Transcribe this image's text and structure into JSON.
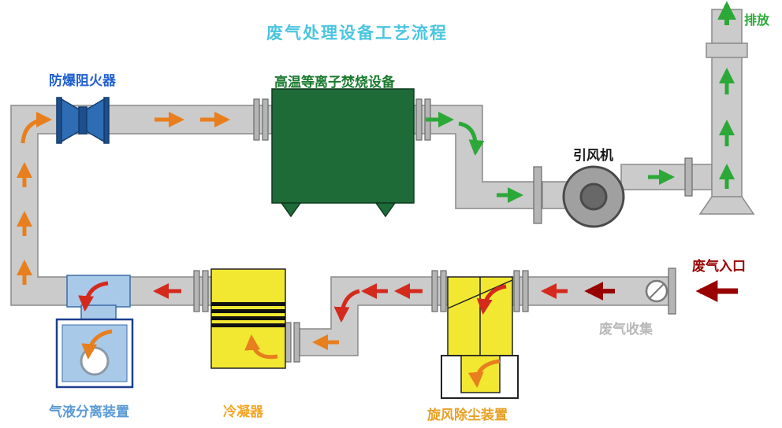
{
  "title": "废气处理设备工艺流程",
  "equipment": {
    "flame_arrester": {
      "label": "防爆阻火器"
    },
    "plasma_incinerator": {
      "label": "高温等离子焚烧设备"
    },
    "induced_fan": {
      "label": "引风机"
    },
    "gas_liquid_separator": {
      "label": "气液分离装置"
    },
    "condenser": {
      "label": "冷凝器"
    },
    "cyclone_dust_collector": {
      "label": "旋风除尘装置"
    }
  },
  "flow": {
    "emission": "排放",
    "gas_inlet": "废气入口",
    "gas_collection": "废气收集"
  },
  "colors": {
    "title": "#4bc5e0",
    "pipe": "#cbcbcb",
    "pipe_border": "#8a8a8a",
    "plasma_green": "#1e6b38",
    "arrester_blue": "#2e6db4",
    "equipment_yellow": "#f2e832",
    "separator_blue": "#a9c9e9",
    "fan_gray": "#a0a0a0",
    "arrow_orange": "#e87f1e",
    "arrow_red": "#d42a1e",
    "arrow_dark_red": "#990000",
    "arrow_green": "#2ca838",
    "label_blue": "#1f5fd0",
    "label_light_blue": "#5b9bd5",
    "label_orange": "#f5a623",
    "label_green": "#1a7a2e",
    "label_gray": "#b8b8b8"
  }
}
